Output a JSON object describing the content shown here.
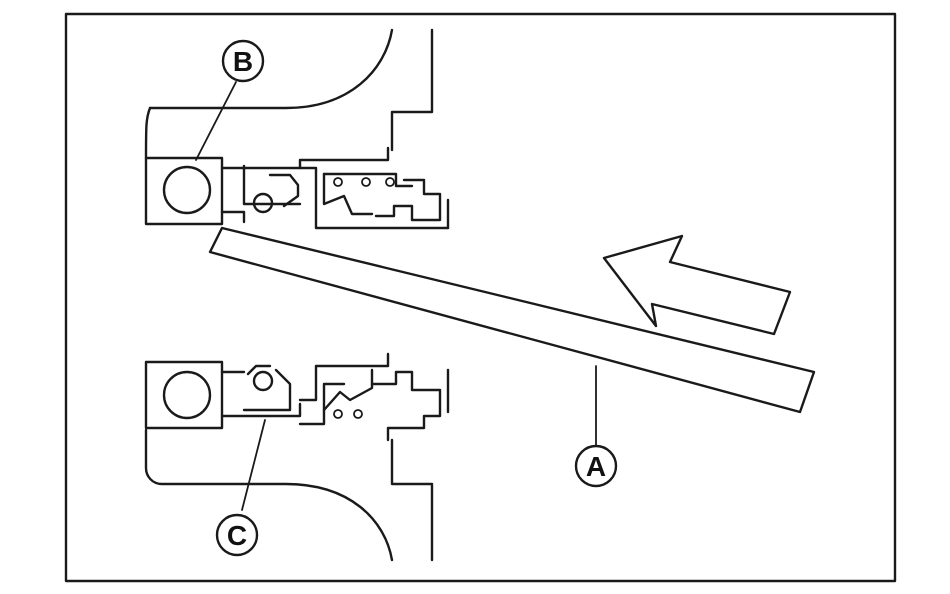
{
  "diagram": {
    "callouts": {
      "a": "A",
      "b": "B",
      "c": "C"
    },
    "colors": {
      "ink": "#1a1a1a",
      "background": "#ffffff"
    }
  }
}
